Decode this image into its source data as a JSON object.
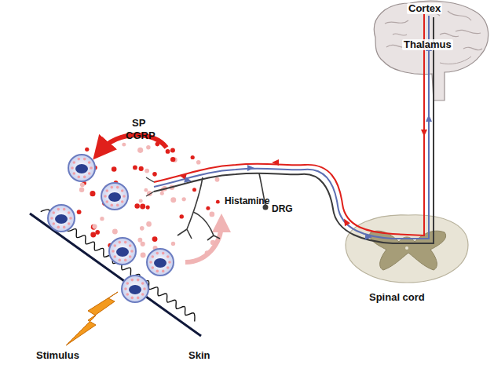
{
  "diagram": {
    "labels": [
      "Cortex",
      "Thalamus",
      "SP",
      "CGRP",
      "DRG",
      "Histamine",
      "Spinal cord",
      "Stimulus",
      "Skin"
    ]
  }
}
